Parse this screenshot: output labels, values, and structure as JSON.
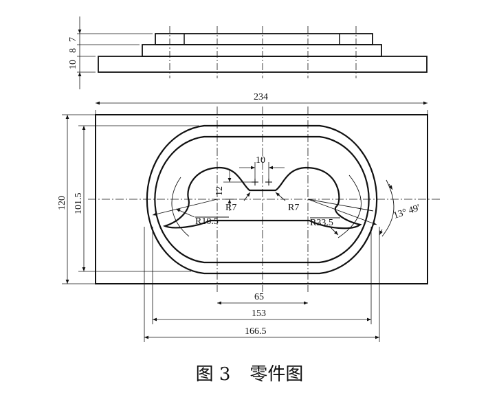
{
  "side_view": {
    "dims": {
      "d1": "7",
      "d2": "8",
      "d3": "10"
    }
  },
  "plan_view": {
    "dims": {
      "width_234": "234",
      "height_120": "120",
      "height_101_5": "101.5",
      "slot_10": "10",
      "height_12": "12",
      "r7_left": "R7",
      "r7_right": "R7",
      "r10_5": "R10.5",
      "r33_5": "R33.5",
      "angle": "13° 49′",
      "width_65": "65",
      "width_153": "153",
      "width_166_5": "166.5"
    }
  },
  "caption": {
    "figure": "图 3",
    "title": "零件图"
  },
  "colors": {
    "line": "#111111",
    "background": "#ffffff"
  }
}
